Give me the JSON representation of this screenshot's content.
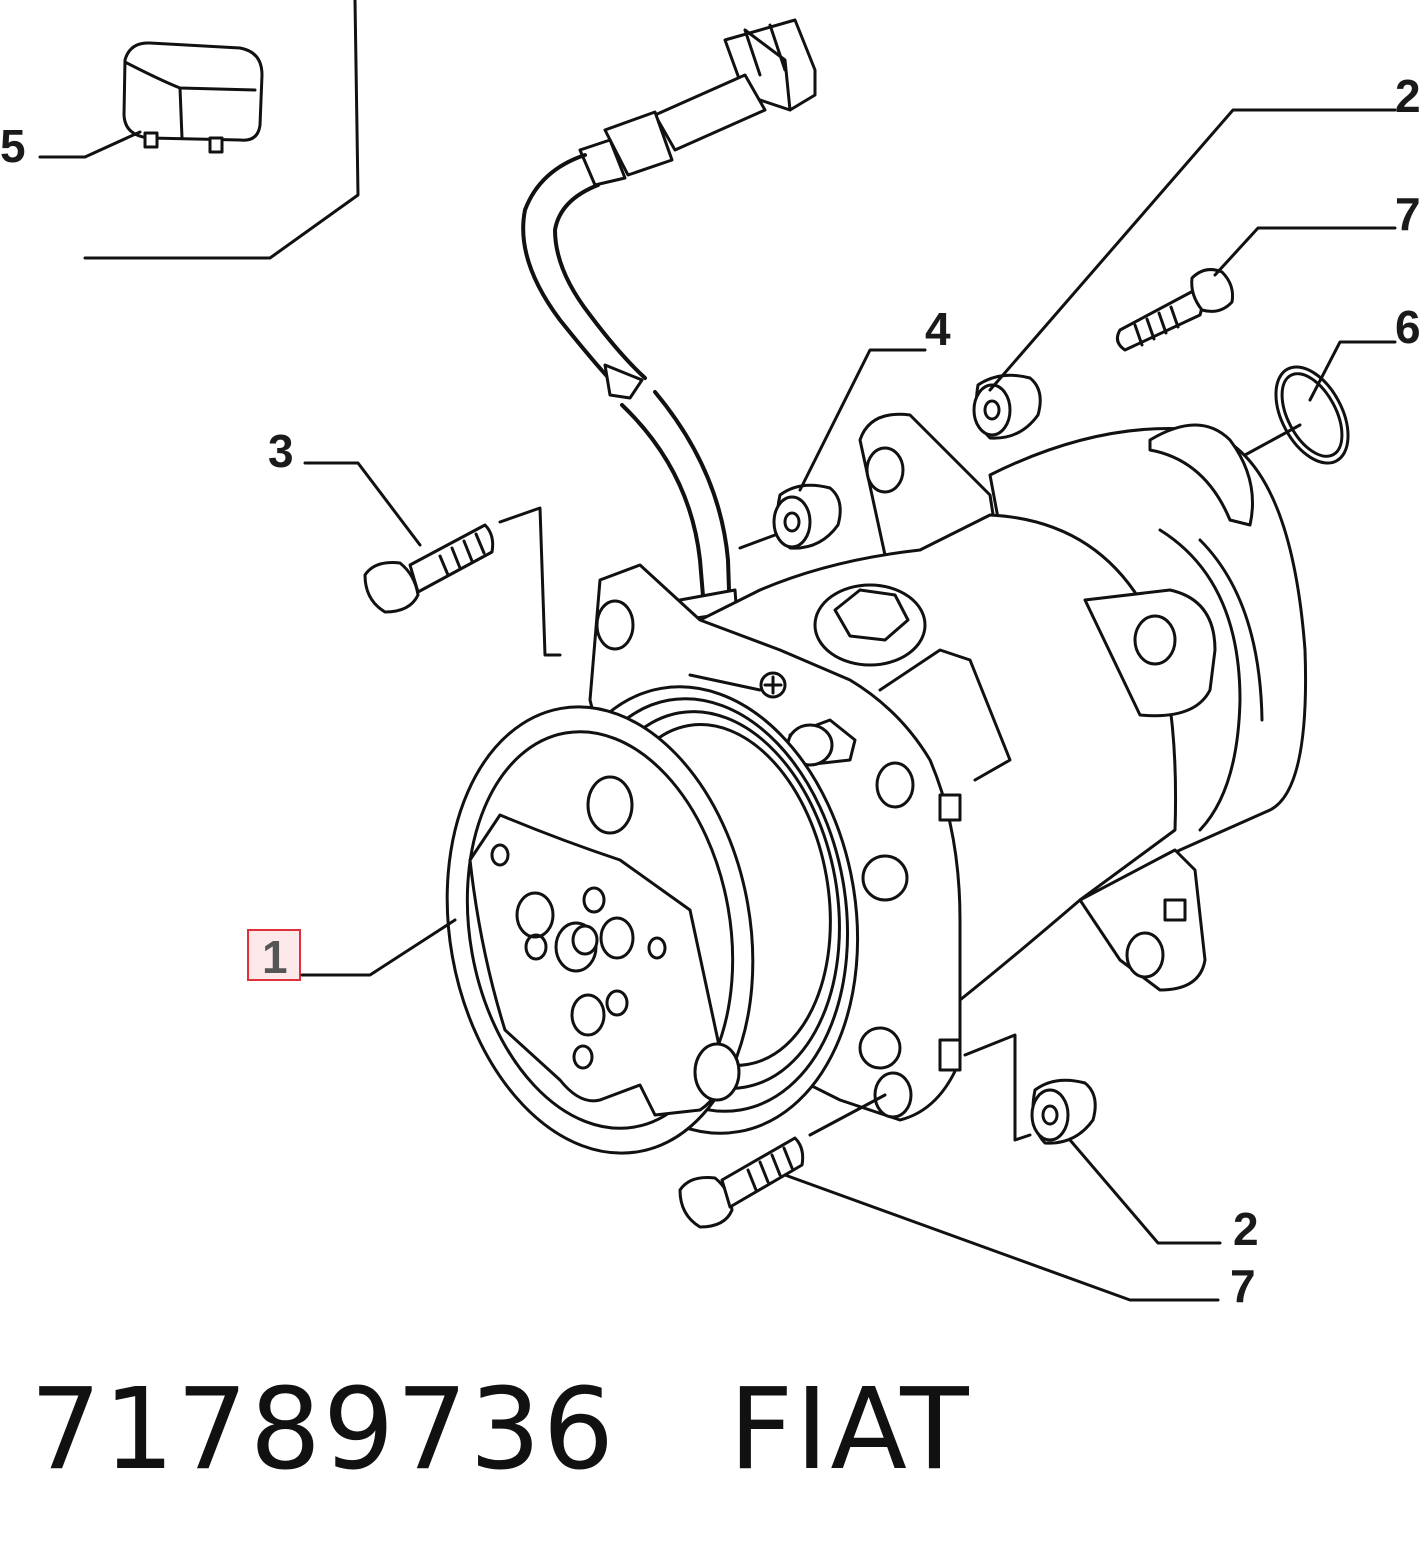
{
  "callouts": {
    "c5": "5",
    "c2_top": "2",
    "c7_top": "7",
    "c4": "4",
    "c6": "6",
    "c3": "3",
    "c1": "1",
    "c2_bottom": "2",
    "c7_bottom": "7"
  },
  "caption": {
    "part_number": "71789736",
    "brand": "FIAT"
  },
  "colors": {
    "highlight_border": "#e0303a",
    "highlight_fill": "#fde8ea",
    "line": "#111111"
  }
}
